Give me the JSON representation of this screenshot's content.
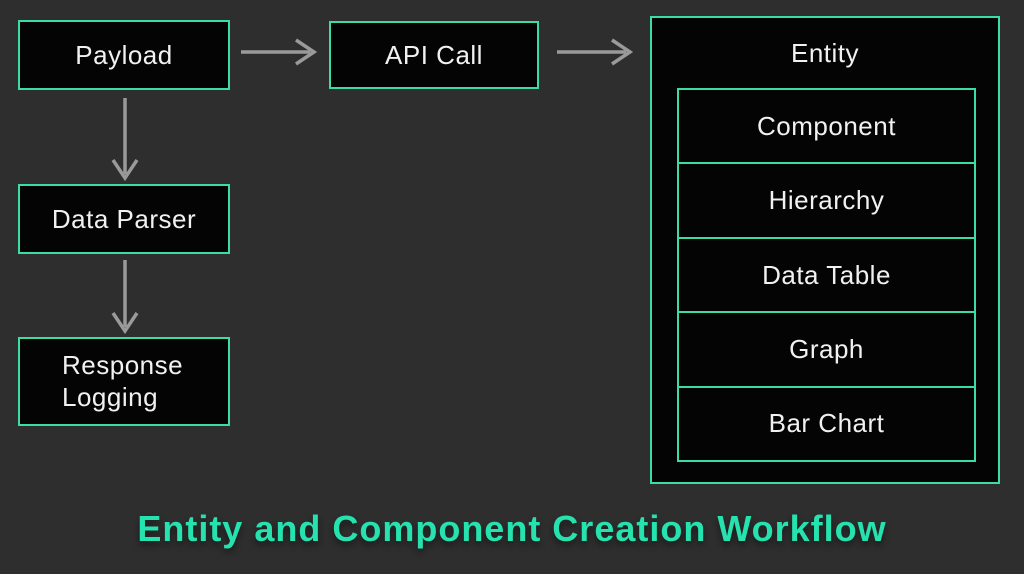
{
  "diagram": {
    "title": "Entity and Component Creation Workflow",
    "nodes": {
      "payload": {
        "label": "Payload"
      },
      "api_call": {
        "label": "API Call"
      },
      "data_parser": {
        "label": "Data Parser"
      },
      "response_logging": {
        "label": "Response Logging"
      },
      "entity": {
        "label": "Entity",
        "children": [
          "Component",
          "Hierarchy",
          "Data Table",
          "Graph",
          "Bar Chart"
        ]
      }
    },
    "edges": [
      {
        "from": "Payload",
        "to": "API Call",
        "direction": "right"
      },
      {
        "from": "API Call",
        "to": "Entity",
        "direction": "right"
      },
      {
        "from": "Payload",
        "to": "Data Parser",
        "direction": "down"
      },
      {
        "from": "Data Parser",
        "to": "Response Logging",
        "direction": "down"
      }
    ],
    "colors": {
      "background": "#2e2e2e",
      "node_fill": "#040404",
      "accent": "#3bdca8",
      "title": "#26e2ae",
      "arrow": "#9a9a9a",
      "text": "#f1f1f1"
    }
  }
}
